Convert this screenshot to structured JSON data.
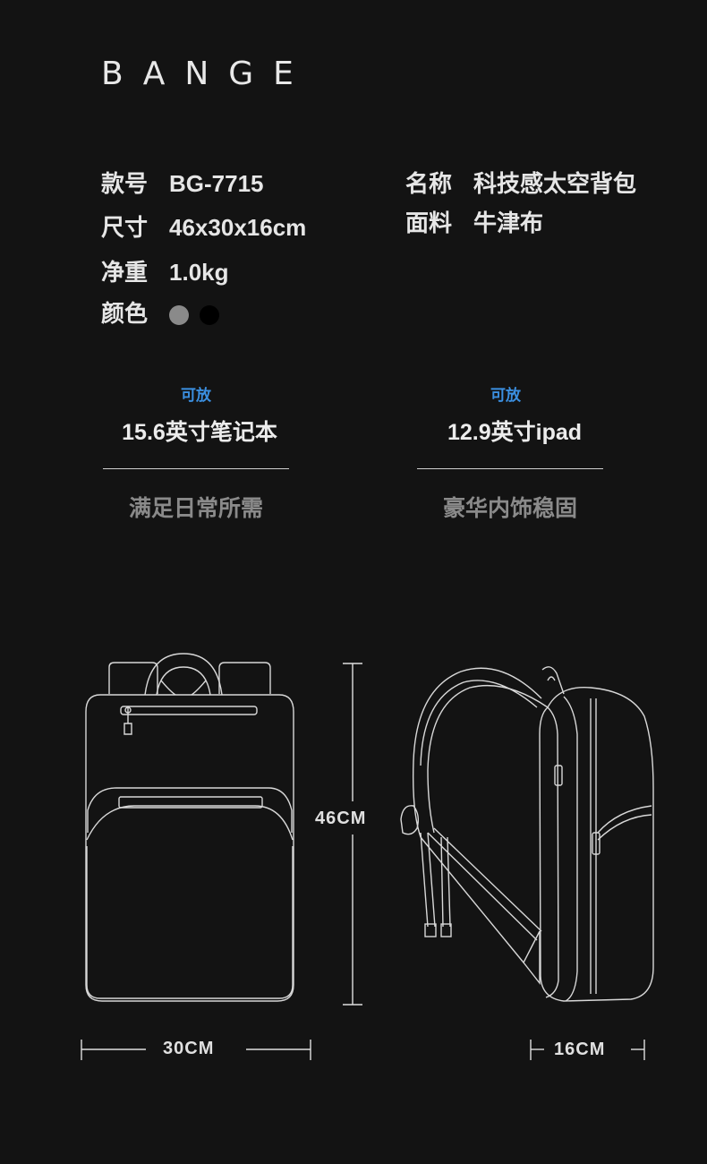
{
  "brand": "BANGE",
  "specs": {
    "model_label": "款号",
    "model_value": "BG-7715",
    "size_label": "尺寸",
    "size_value": "46x30x16cm",
    "weight_label": "净重",
    "weight_value": "1.0kg",
    "color_label": "颜色",
    "colors": [
      "#8a8a8a",
      "#000000"
    ],
    "name_label": "名称",
    "name_value": "科技感太空背包",
    "fabric_label": "面料",
    "fabric_value": "牛津布"
  },
  "fits": [
    {
      "caption": "可放",
      "item": "15.6英寸笔记本",
      "sub": "满足日常所需"
    },
    {
      "caption": "可放",
      "item": "12.9英寸ipad",
      "sub": "豪华内饰稳固"
    }
  ],
  "dimensions": {
    "height": "46CM",
    "width": "30CM",
    "depth": "16CM"
  }
}
